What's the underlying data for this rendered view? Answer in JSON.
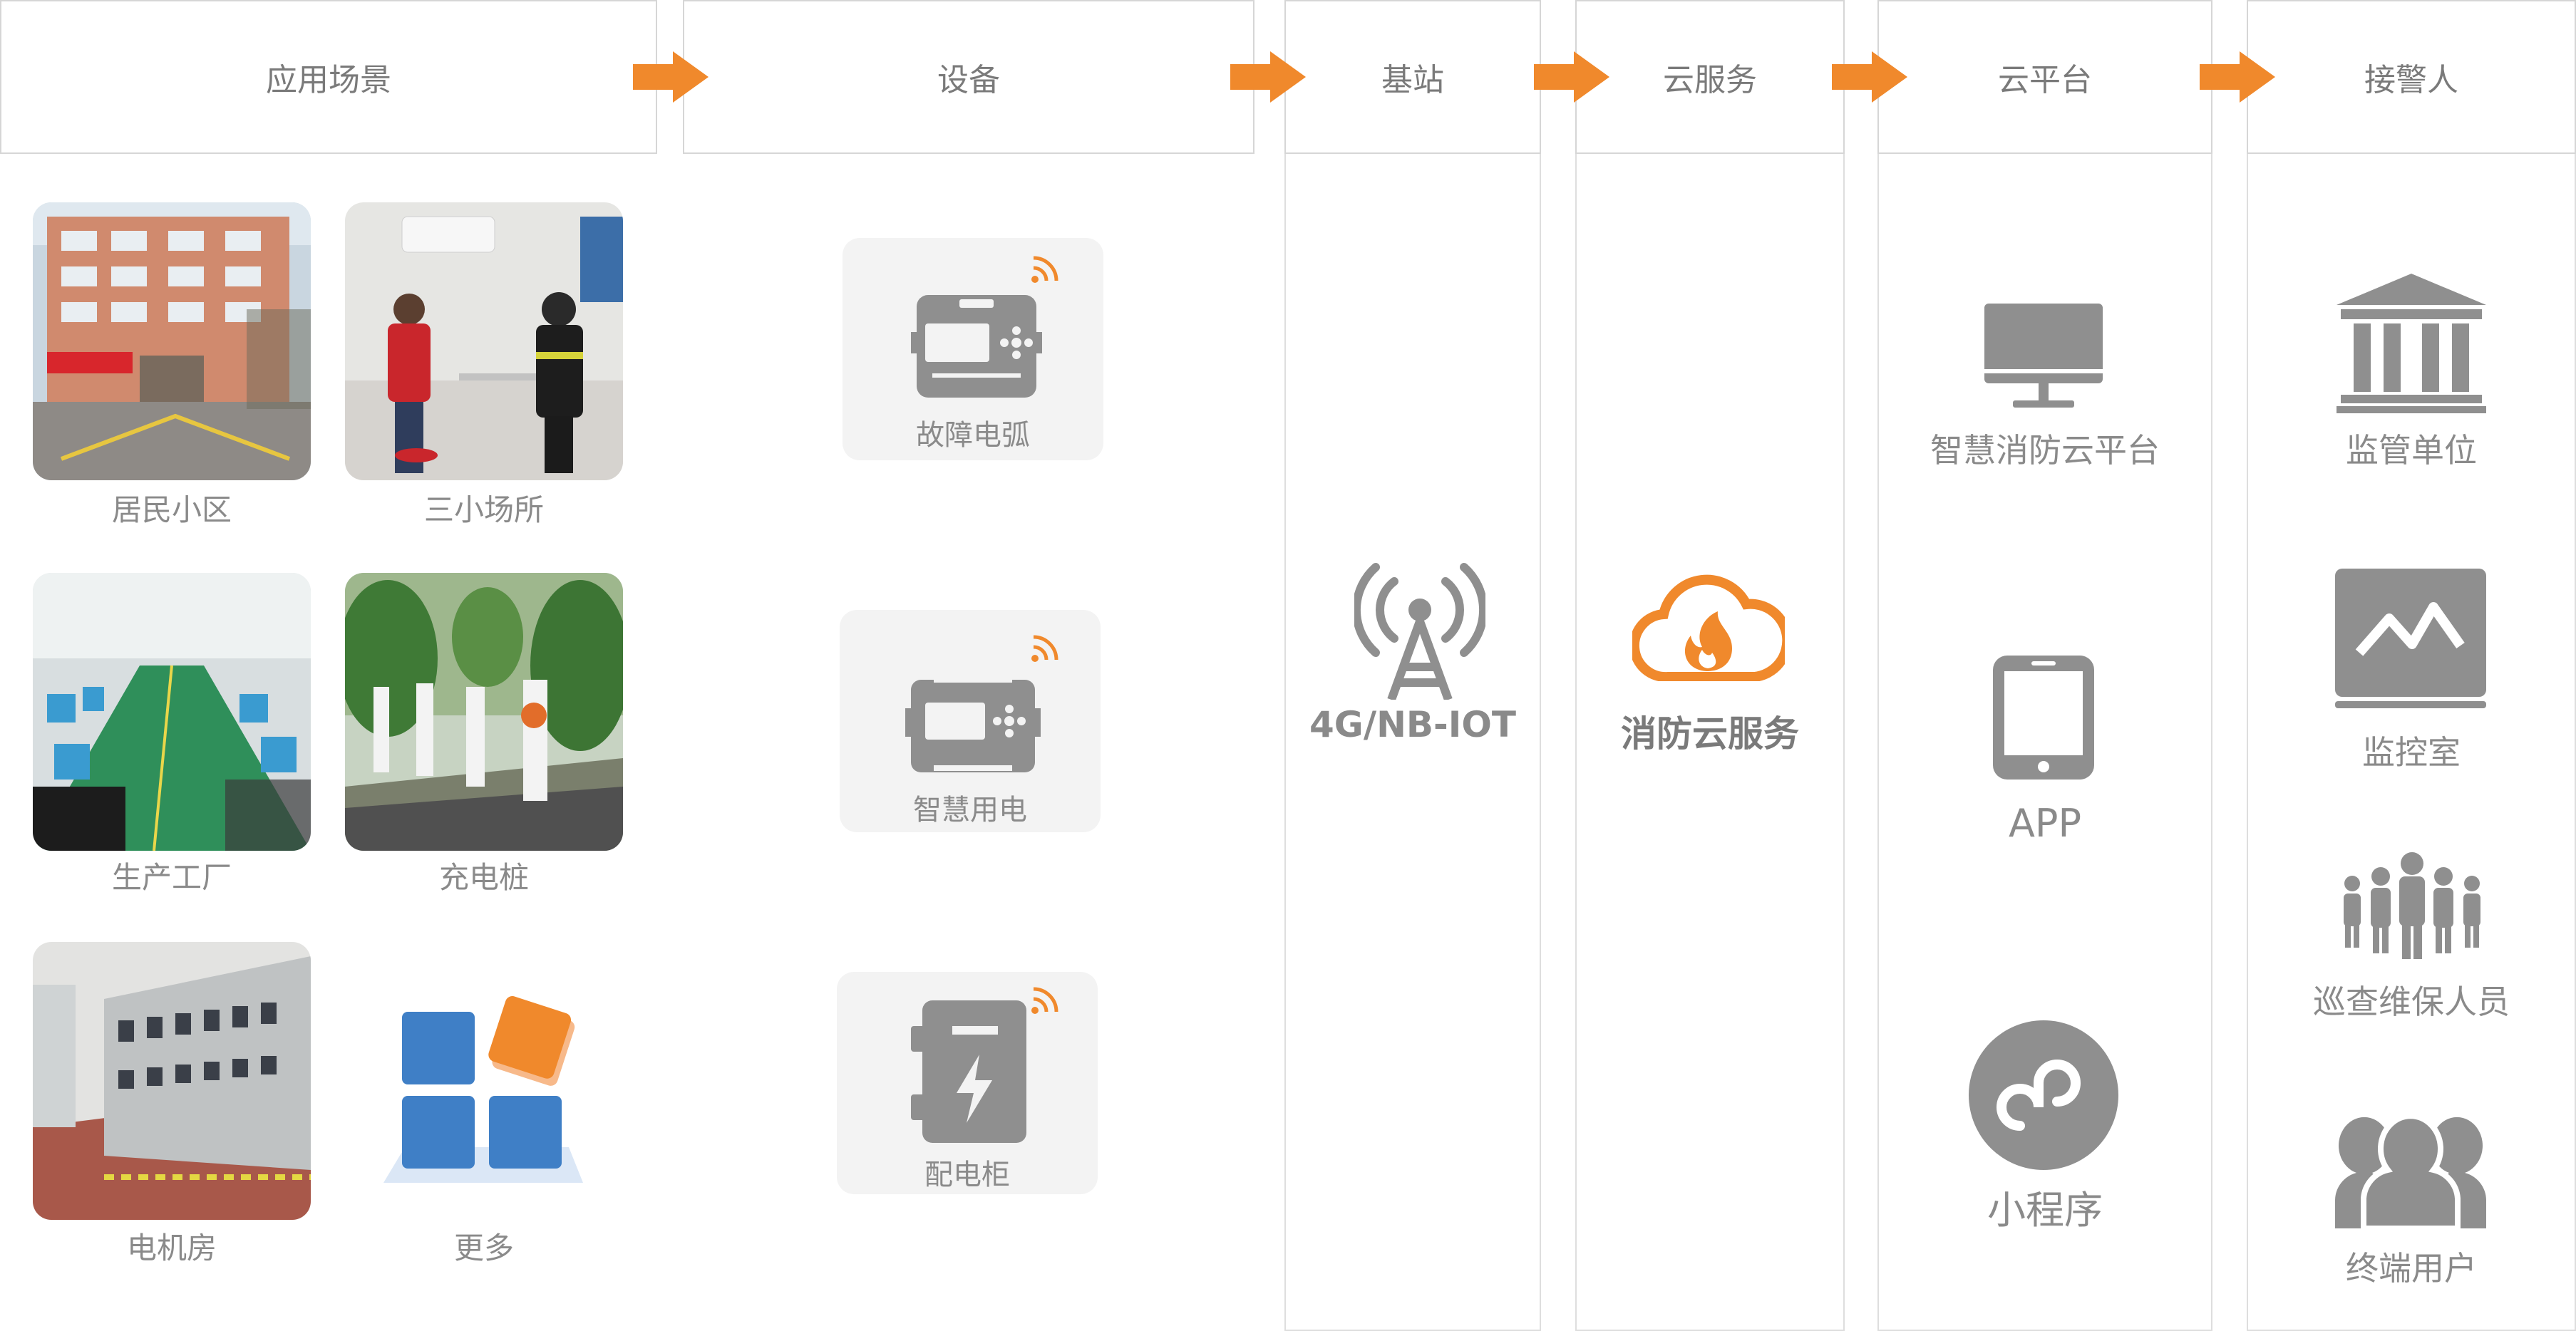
{
  "headers": [
    "应用场景",
    "设备",
    "基站",
    "云服务",
    "云平台",
    "接警人"
  ],
  "scenarios": [
    "居民小区",
    "三小场所",
    "生产工厂",
    "充电桩",
    "电机房",
    "更多"
  ],
  "devices": [
    "故障电弧",
    "智慧用电",
    "配电柜"
  ],
  "base_station": {
    "label": "4G/NB-IOT",
    "icon": "cell-tower-icon"
  },
  "cloud_service": {
    "label": "消防云服务",
    "icon": "cloud-fire-icon"
  },
  "platforms": [
    {
      "label": "智慧消防云平台",
      "icon": "monitor-icon"
    },
    {
      "label": "APP",
      "icon": "tablet-icon"
    },
    {
      "label": "小程序",
      "icon": "mini-program-icon"
    }
  ],
  "receivers": [
    {
      "label": "监管单位",
      "icon": "government-building-icon"
    },
    {
      "label": "监控室",
      "icon": "monitoring-screen-icon"
    },
    {
      "label": "巡查维保人员",
      "icon": "team-icon"
    },
    {
      "label": "终端用户",
      "icon": "users-icon"
    }
  ],
  "colors": {
    "accent": "#f0892c",
    "icon_gray": "#8f8f8f",
    "border": "#d6d6d6",
    "tile_blue": "#3f7fc6"
  }
}
